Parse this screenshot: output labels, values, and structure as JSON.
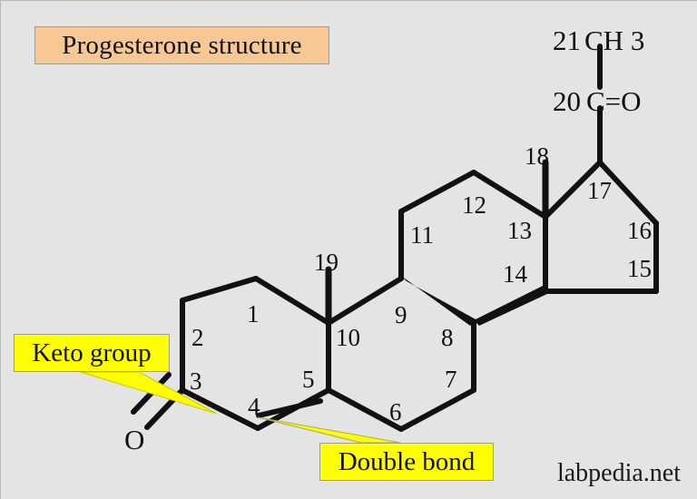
{
  "figure": {
    "title": "Progesterone structure",
    "watermark": "labpedia.net",
    "background_color": "#e4e4e4",
    "bond_color": "#111111",
    "title_box_color": "#f7c894",
    "callout_color": "#ffff00"
  },
  "callouts": [
    {
      "id": "keto",
      "label": "Keto group"
    },
    {
      "id": "double_bond",
      "label": "Double bond"
    }
  ],
  "groups": {
    "c21_index": "21",
    "c21_formula": "CH 3",
    "c20_index": "20",
    "c20_formula": "C=O",
    "keto_oxygen": "O"
  },
  "atom_numbers": [
    {
      "id": "c1",
      "label": "1"
    },
    {
      "id": "c2",
      "label": "2"
    },
    {
      "id": "c3",
      "label": "3"
    },
    {
      "id": "c4",
      "label": "4"
    },
    {
      "id": "c5",
      "label": "5"
    },
    {
      "id": "c6",
      "label": "6"
    },
    {
      "id": "c7",
      "label": "7"
    },
    {
      "id": "c8",
      "label": "8"
    },
    {
      "id": "c9",
      "label": "9"
    },
    {
      "id": "c10",
      "label": "10"
    },
    {
      "id": "c11",
      "label": "11"
    },
    {
      "id": "c12",
      "label": "12"
    },
    {
      "id": "c13",
      "label": "13"
    },
    {
      "id": "c14",
      "label": "14"
    },
    {
      "id": "c15",
      "label": "15"
    },
    {
      "id": "c16",
      "label": "16"
    },
    {
      "id": "c17",
      "label": "17"
    },
    {
      "id": "c18",
      "label": "18"
    },
    {
      "id": "c19",
      "label": "19"
    }
  ]
}
